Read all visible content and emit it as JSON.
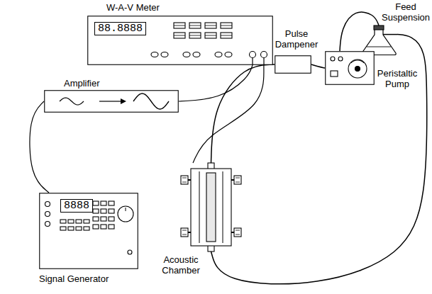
{
  "diagram": {
    "nodes": [
      {
        "text": [
          "W-A-V Meter",
          "88.8888"
        ]
      },
      {
        "text": [
          "Pulse Dampener"
        ]
      },
      {
        "text": [
          "Feed Suspension"
        ]
      },
      {
        "text": [
          "Amplifier"
        ]
      },
      {
        "text": [
          "Peristaltic Pump"
        ]
      },
      {
        "text": [
          "Acoustic Chamber"
        ]
      },
      {
        "text": [
          "Signal Generator",
          "8888"
        ]
      }
    ],
    "edges": [
      {
        "from": 6,
        "to": 3,
        "arrow": "none"
      },
      {
        "from": 3,
        "to": 0,
        "arrow": "none"
      },
      {
        "from": 0,
        "to": 5,
        "arrow": "none"
      },
      {
        "from": 2,
        "to": 4,
        "arrow": "none"
      },
      {
        "from": 4,
        "to": 1,
        "arrow": "none"
      },
      {
        "from": 1,
        "to": 5,
        "arrow": "none"
      },
      {
        "from": 5,
        "to": 2,
        "arrow": "none"
      }
    ]
  }
}
